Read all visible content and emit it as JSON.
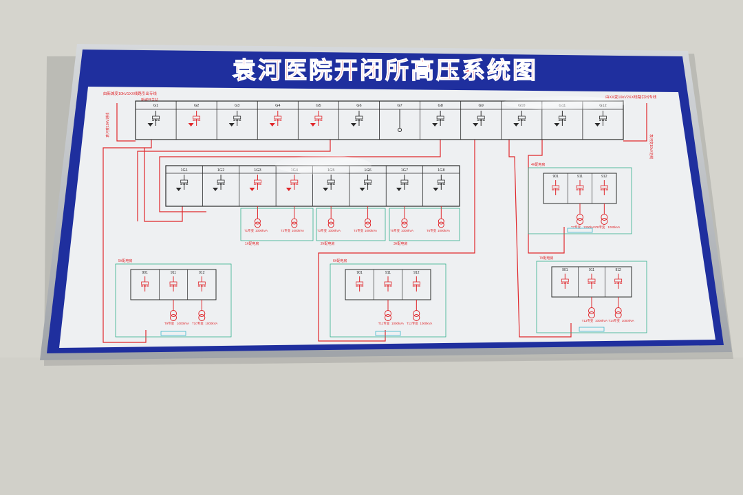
{
  "board": {
    "title": "袁河医院开闭所高压系统图",
    "colors": {
      "frame": "#b9bcc0",
      "border_blue": "#1f2f9e",
      "panel": "#eef0f2",
      "red": "#e0262a",
      "dark": "#2b2b2b",
      "green": "#2fae8b",
      "cyan": "#3ab7c9"
    },
    "main_panel": {
      "top_left_note": "由新城变10kV1XX线路引出专线",
      "top_left_sub": "新城开关站",
      "top_right_note": "由XX变10kV2XX线路引出专线",
      "left_vertical": "袁河变10kV进线",
      "right_vertical": "袁河变10kV进线",
      "cabinets": [
        "G1",
        "G2",
        "G3",
        "G4",
        "G5",
        "G6",
        "G7",
        "G8",
        "G9",
        "G10",
        "G11",
        "G12"
      ]
    },
    "mid_panel": {
      "cabinets": [
        "1G1",
        "1G2",
        "1G3",
        "1G4",
        "1G5",
        "1G6",
        "1G7",
        "1G8"
      ],
      "transformer_labels": [
        "T1专变",
        "T2专变",
        "T3专变",
        "T4专变",
        "T5专变",
        "T6专变"
      ],
      "capacity": "1000kVA",
      "room_labels": [
        "1#配电房",
        "2#配电房",
        "3#配电房"
      ]
    },
    "substations": [
      {
        "room": "4#配电房",
        "cabinets": [
          "901",
          "911",
          "912"
        ],
        "transformers": [
          "T7专变",
          "T8专变"
        ],
        "capacity": "1000kVA"
      },
      {
        "room": "5#配电房",
        "cabinets": [
          "901",
          "911",
          "912"
        ],
        "transformers": [
          "T9专变",
          "T10专变"
        ],
        "capacity": "1000kVA"
      },
      {
        "room": "6#配电房",
        "cabinets": [
          "901",
          "911",
          "912"
        ],
        "transformers": [
          "T11专变",
          "T12专变"
        ],
        "capacity": "1000kVA"
      },
      {
        "room": "7#配电房",
        "cabinets": [
          "901",
          "911",
          "912"
        ],
        "transformers": [
          "T13专变",
          "T14专变"
        ],
        "capacity": "1000kVA"
      }
    ]
  }
}
